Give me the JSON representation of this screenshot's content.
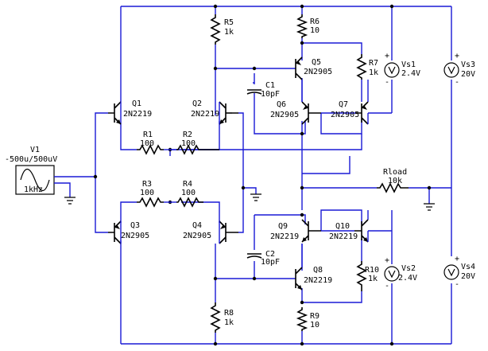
{
  "source": {
    "name": "V1",
    "value": "-500u/500uV",
    "freq": "1kHz"
  },
  "resistors": {
    "R1": {
      "name": "R1",
      "value": "100"
    },
    "R2": {
      "name": "R2",
      "value": "100"
    },
    "R3": {
      "name": "R3",
      "value": "100"
    },
    "R4": {
      "name": "R4",
      "value": "100"
    },
    "R5": {
      "name": "R5",
      "value": "1k"
    },
    "R6": {
      "name": "R6",
      "value": "10"
    },
    "R7": {
      "name": "R7",
      "value": "1k"
    },
    "R8": {
      "name": "R8",
      "value": "1k"
    },
    "R9": {
      "name": "R9",
      "value": "10"
    },
    "R10": {
      "name": "R10",
      "value": "1k"
    },
    "Rload": {
      "name": "Rload",
      "value": "10k"
    }
  },
  "capacitors": {
    "C1": {
      "name": "C1",
      "value": "10pF"
    },
    "C2": {
      "name": "C2",
      "value": "10pF"
    }
  },
  "transistors": {
    "Q1": {
      "name": "Q1",
      "model": "2N2219"
    },
    "Q2": {
      "name": "Q2",
      "model": "2N2219"
    },
    "Q3": {
      "name": "Q3",
      "model": "2N2905"
    },
    "Q4": {
      "name": "Q4",
      "model": "2N2905"
    },
    "Q5": {
      "name": "Q5",
      "model": "2N2905"
    },
    "Q6": {
      "name": "Q6",
      "model": "2N2905"
    },
    "Q7": {
      "name": "Q7",
      "model": "2N2905"
    },
    "Q8": {
      "name": "Q8",
      "model": "2N2219"
    },
    "Q9": {
      "name": "Q9",
      "model": "2N2219"
    },
    "Q10": {
      "name": "Q10",
      "model": "2N2219"
    }
  },
  "supplies": {
    "Vs1": {
      "name": "Vs1",
      "value": "2.4V"
    },
    "Vs2": {
      "name": "Vs2",
      "value": "2.4V"
    },
    "Vs3": {
      "name": "Vs3",
      "value": "20V"
    },
    "Vs4": {
      "name": "Vs4",
      "value": "20V"
    }
  },
  "polarity": {
    "plus": "+",
    "minus": "-"
  }
}
